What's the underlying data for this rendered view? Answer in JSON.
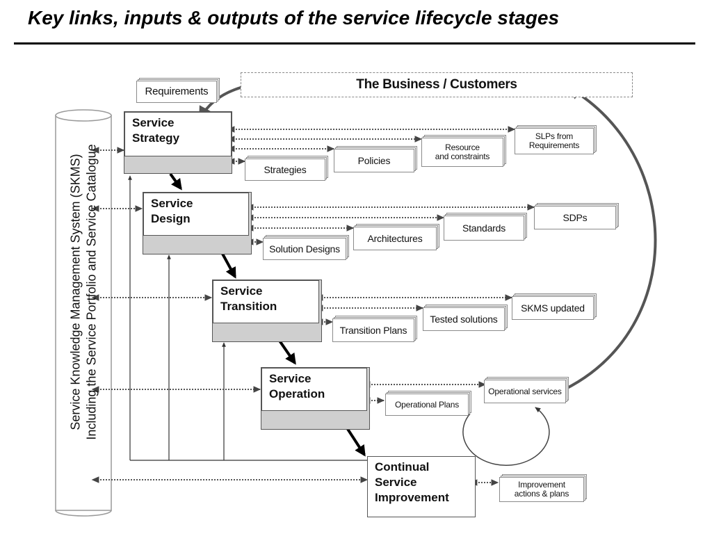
{
  "title": "Key links, inputs & outputs of the service lifecycle stages",
  "business": "The Business / Customers",
  "requirements": "Requirements",
  "skms": {
    "line1": "Service Knowledge Management System (SKMS)",
    "line2": "Including the Service Portfolio and Service Catalogue"
  },
  "stages": {
    "strategy": {
      "line1": "Service",
      "line2": "Strategy"
    },
    "design": {
      "line1": "Service",
      "line2": "Design"
    },
    "transition": {
      "line1": "Service",
      "line2": "Transition"
    },
    "operation": {
      "line1": "Service",
      "line2": "Operation"
    },
    "csi": {
      "line1": "Continual",
      "line2": "Service",
      "line3": "Improvement"
    }
  },
  "outputs": {
    "strategies": "Strategies",
    "policies": "Policies",
    "resource_line1": "Resource",
    "resource_line2": "and constraints",
    "slps_line1": "SLPs from",
    "slps_line2": "Requirements",
    "solution_designs": "Solution Designs",
    "architectures": "Architectures",
    "standards": "Standards",
    "sdps": "SDPs",
    "transition_plans": "Transition Plans",
    "tested_solutions": "Tested solutions",
    "skms_updated": "SKMS updated",
    "operational_plans": "Operational Plans",
    "operational_services": "Operational services",
    "improvement_line1": "Improvement",
    "improvement_line2": "actions & plans"
  }
}
